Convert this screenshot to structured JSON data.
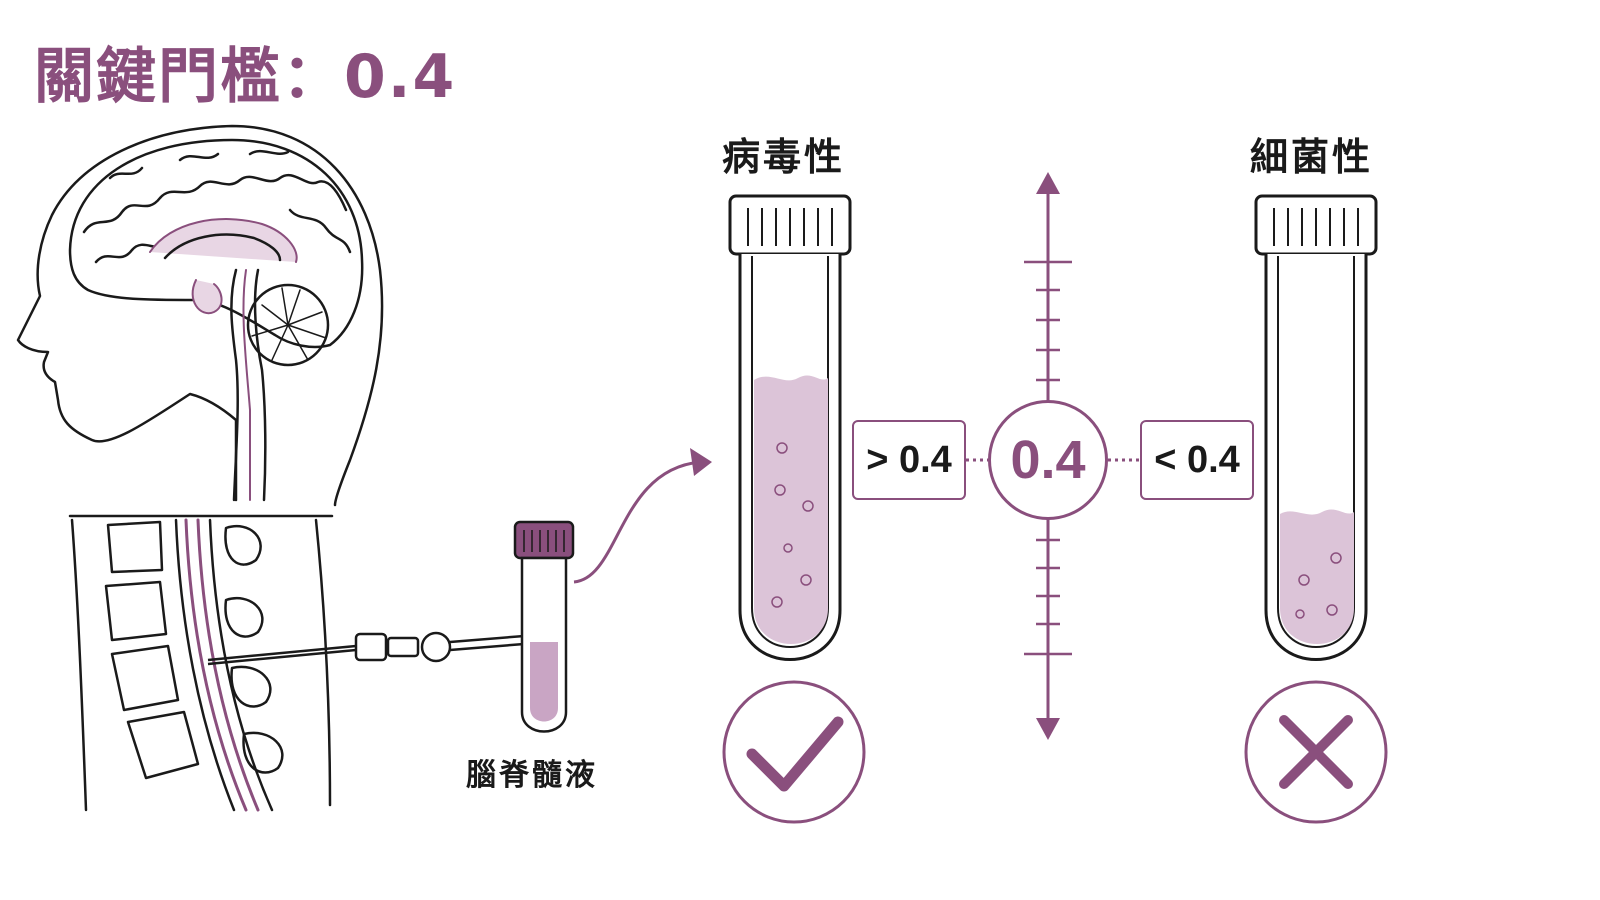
{
  "title": "關鍵門檻：0.4",
  "viral": {
    "label": "病毒性",
    "comparison": "> 0.4",
    "result_icon": "check-icon"
  },
  "bacterial": {
    "label": "細菌性",
    "comparison": "< 0.4",
    "result_icon": "cross-icon"
  },
  "threshold": {
    "value": "0.4"
  },
  "sample": {
    "label": "腦脊髓液"
  },
  "colors": {
    "accent": "#8a4f7d",
    "fluid": "#dcc4d8",
    "outline": "#1a1a1a"
  }
}
